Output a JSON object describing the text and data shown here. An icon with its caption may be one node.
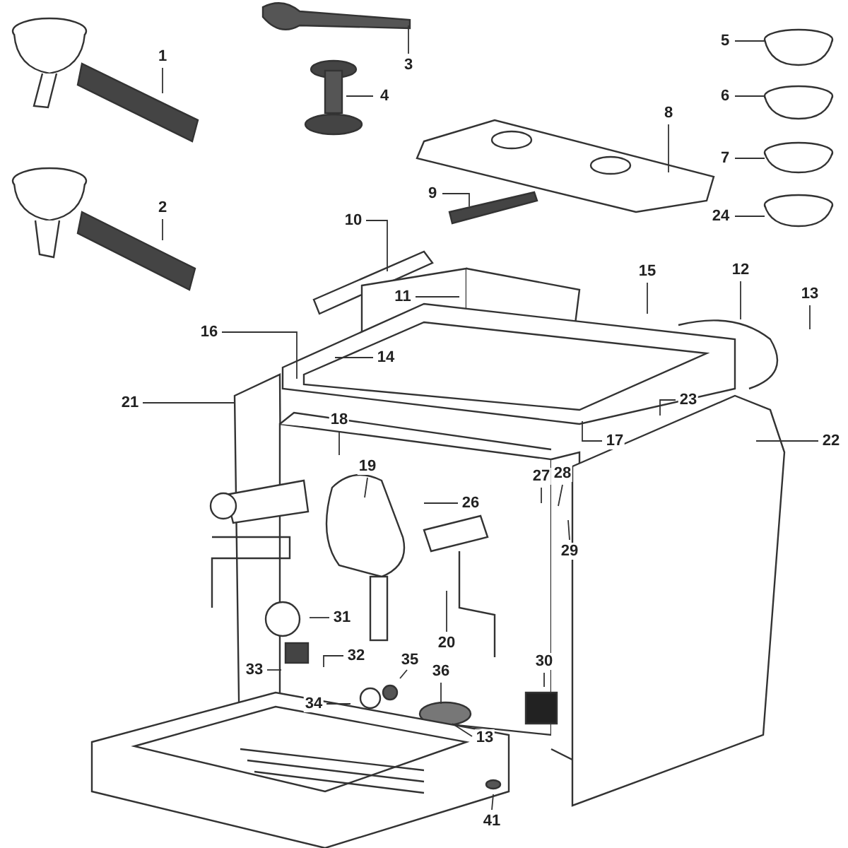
{
  "diagram": {
    "nodes": [
      {
        "text": [
          "1"
        ]
      },
      {
        "text": [
          "2"
        ]
      },
      {
        "text": [
          "3"
        ]
      },
      {
        "text": [
          "4"
        ]
      },
      {
        "text": [
          "5"
        ]
      },
      {
        "text": [
          "6"
        ]
      },
      {
        "text": [
          "7"
        ]
      },
      {
        "text": [
          "8"
        ]
      },
      {
        "text": [
          "9"
        ]
      },
      {
        "text": [
          "24"
        ]
      },
      {
        "text": [
          "10"
        ]
      },
      {
        "text": [
          "11"
        ]
      },
      {
        "text": [
          "12"
        ]
      },
      {
        "text": [
          "13"
        ]
      },
      {
        "text": [
          "15"
        ]
      },
      {
        "text": [
          "16"
        ]
      },
      {
        "text": [
          "14"
        ]
      },
      {
        "text": [
          "21"
        ]
      },
      {
        "text": [
          "22"
        ]
      },
      {
        "text": [
          "23"
        ]
      },
      {
        "text": [
          "17"
        ]
      },
      {
        "text": [
          "18"
        ]
      },
      {
        "text": [
          "19"
        ]
      },
      {
        "text": [
          "26"
        ]
      },
      {
        "text": [
          "27"
        ]
      },
      {
        "text": [
          "28"
        ]
      },
      {
        "text": [
          "29"
        ]
      },
      {
        "text": [
          "20"
        ]
      },
      {
        "text": [
          "31"
        ]
      },
      {
        "text": [
          "33"
        ]
      },
      {
        "text": [
          "32"
        ]
      },
      {
        "text": [
          "30"
        ]
      },
      {
        "text": [
          "34"
        ]
      },
      {
        "text": [
          "35"
        ]
      },
      {
        "text": [
          "36"
        ]
      },
      {
        "text": [
          "13"
        ]
      },
      {
        "text": [
          "41"
        ]
      }
    ],
    "edges": [
      {
        "from": 0,
        "to": null,
        "arrow": "none"
      },
      {
        "from": 1,
        "to": null,
        "arrow": "none"
      },
      {
        "from": 2,
        "to": null,
        "arrow": "none"
      },
      {
        "from": 3,
        "to": null,
        "arrow": "none"
      },
      {
        "from": 4,
        "to": null,
        "arrow": "none"
      },
      {
        "from": 5,
        "to": null,
        "arrow": "none"
      },
      {
        "from": 6,
        "to": null,
        "arrow": "none"
      },
      {
        "from": 7,
        "to": null,
        "arrow": "none"
      },
      {
        "from": 8,
        "to": null,
        "arrow": "none"
      },
      {
        "from": 9,
        "to": null,
        "arrow": "none"
      },
      {
        "from": 10,
        "to": null,
        "arrow": "none"
      },
      {
        "from": 11,
        "to": null,
        "arrow": "none"
      },
      {
        "from": 12,
        "to": null,
        "arrow": "none"
      },
      {
        "from": 13,
        "to": null,
        "arrow": "none"
      },
      {
        "from": 14,
        "to": null,
        "arrow": "none"
      },
      {
        "from": 15,
        "to": null,
        "arrow": "none"
      },
      {
        "from": 16,
        "to": null,
        "arrow": "none"
      },
      {
        "from": 17,
        "to": null,
        "arrow": "none"
      },
      {
        "from": 18,
        "to": null,
        "arrow": "none"
      },
      {
        "from": 19,
        "to": null,
        "arrow": "none"
      },
      {
        "from": 20,
        "to": null,
        "arrow": "none"
      },
      {
        "from": 21,
        "to": null,
        "arrow": "none"
      },
      {
        "from": 22,
        "to": null,
        "arrow": "none"
      },
      {
        "from": 23,
        "to": null,
        "arrow": "none"
      },
      {
        "from": 24,
        "to": null,
        "arrow": "none"
      },
      {
        "from": 25,
        "to": null,
        "arrow": "none"
      },
      {
        "from": 26,
        "to": null,
        "arrow": "none"
      },
      {
        "from": 27,
        "to": null,
        "arrow": "none"
      },
      {
        "from": 28,
        "to": null,
        "arrow": "none"
      },
      {
        "from": 29,
        "to": null,
        "arrow": "none"
      },
      {
        "from": 30,
        "to": null,
        "arrow": "none"
      },
      {
        "from": 31,
        "to": null,
        "arrow": "none"
      },
      {
        "from": 32,
        "to": null,
        "arrow": "none"
      },
      {
        "from": 33,
        "to": null,
        "arrow": "none"
      },
      {
        "from": 34,
        "to": null,
        "arrow": "none"
      },
      {
        "from": 35,
        "to": null,
        "arrow": "none"
      },
      {
        "from": 36,
        "to": null,
        "arrow": "none"
      }
    ]
  }
}
